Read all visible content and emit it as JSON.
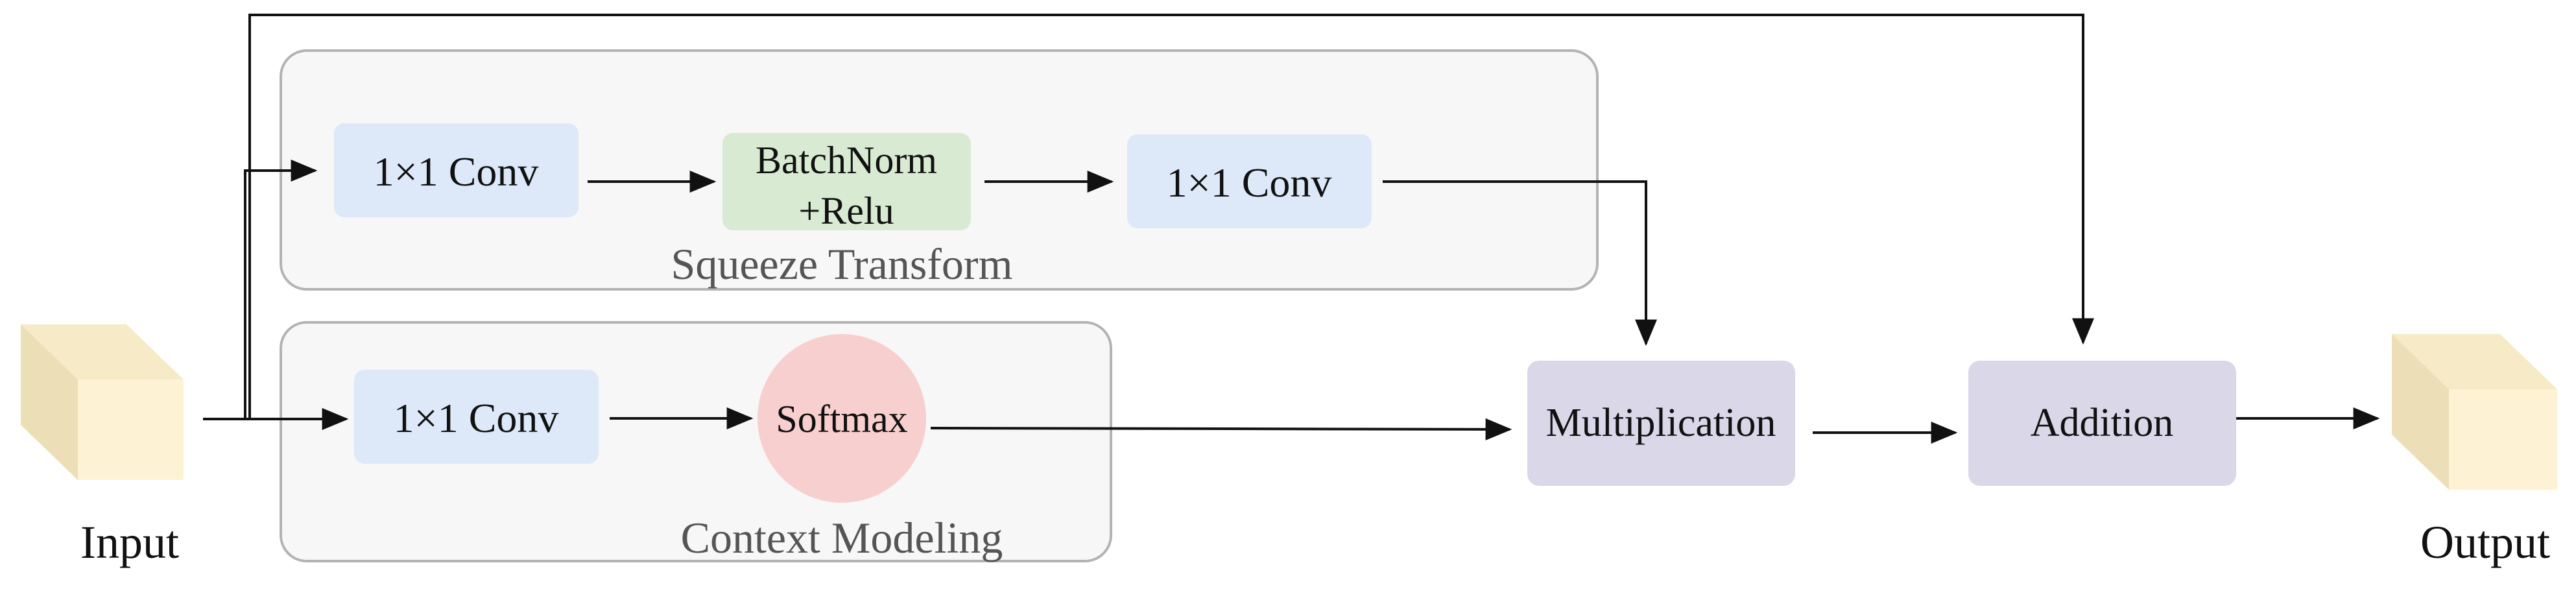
{
  "diagram": {
    "input_label": "Input",
    "output_label": "Output",
    "squeeze_group_label": "Squeeze Transform",
    "context_group_label": "Context Modeling",
    "squeeze_conv1_label": "1×1 Conv",
    "batchnorm_line1": "BatchNorm",
    "batchnorm_line2": "+Relu",
    "squeeze_conv2_label": "1×1 Conv",
    "context_conv_label": "1×1 Conv",
    "softmax_label": "Softmax",
    "multiplication_label": "Multiplication",
    "addition_label": "Addition"
  },
  "colors": {
    "conv_fill": "#dde9f8",
    "batchnorm_fill": "#d9ead3",
    "softmax_fill": "#f8cfcf",
    "op_fill": "#d9d7e8",
    "group_fill": "#f7f7f7",
    "group_stroke": "#b3b3b3",
    "cube_front": "#fdf3d4",
    "cube_side": "#ecdfb7",
    "cube_top": "#f6ebc6",
    "arrow": "#111111"
  }
}
